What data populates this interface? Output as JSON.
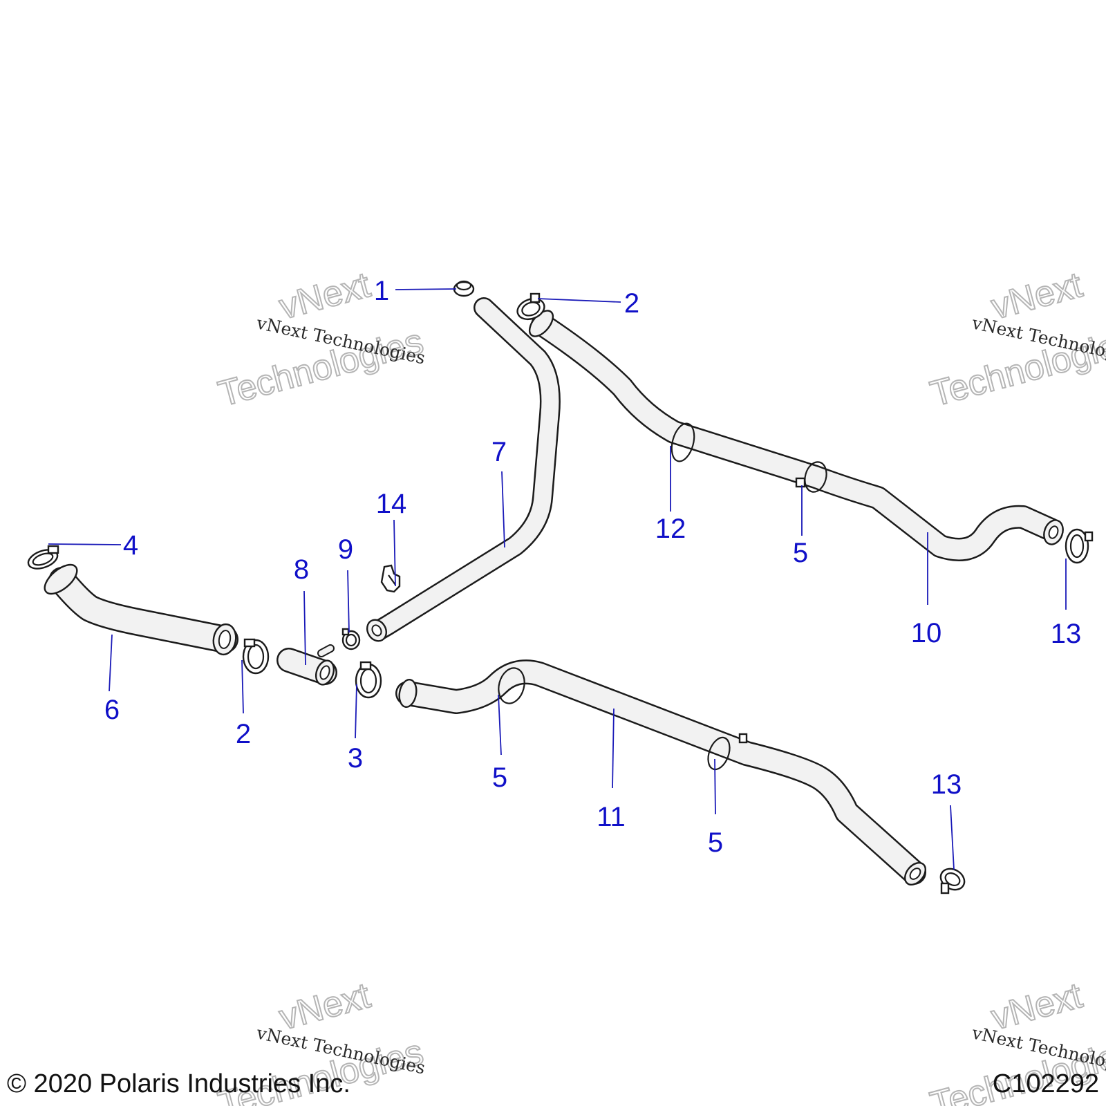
{
  "watermark": {
    "line1": "vNext",
    "line2": "Technologies",
    "small": "vNext Technologies"
  },
  "footer": {
    "copyright": "© 2020 Polaris Industries Inc.",
    "diagram_id": "C102292"
  },
  "callouts": {
    "c1": "1",
    "c2a": "2",
    "c2b": "2",
    "c3": "3",
    "c4": "4",
    "c5a": "5",
    "c5b": "5",
    "c5c": "5",
    "c6": "6",
    "c7": "7",
    "c8": "8",
    "c9": "9",
    "c10": "10",
    "c11": "11",
    "c12": "12",
    "c13a": "13",
    "c13b": "13",
    "c14": "14"
  }
}
